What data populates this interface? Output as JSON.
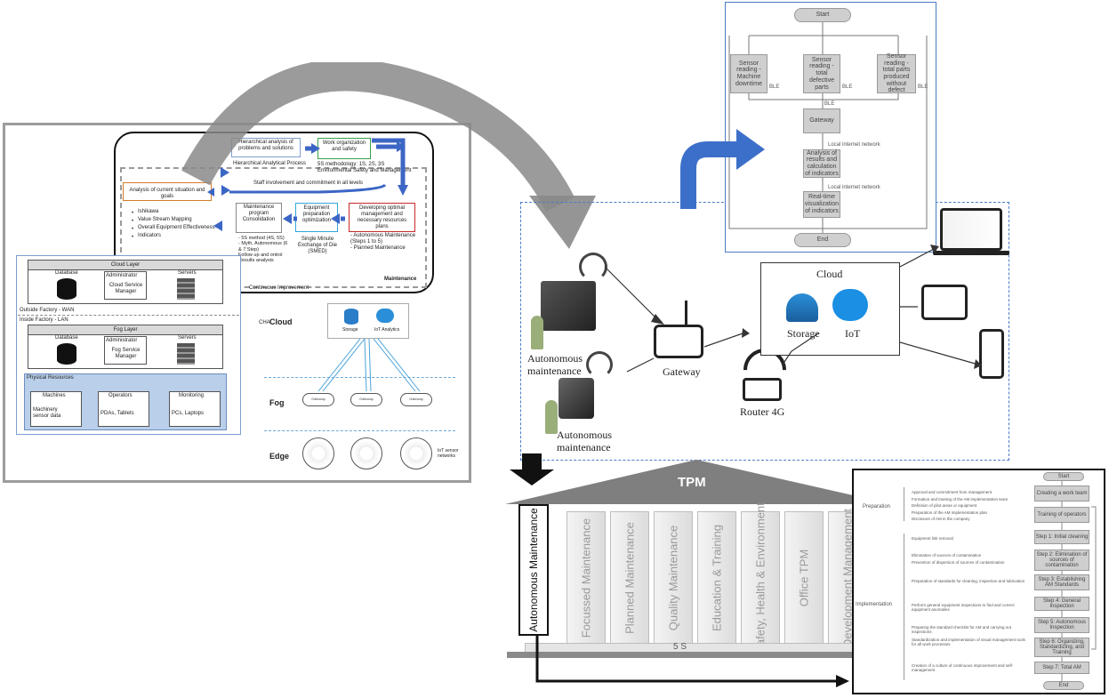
{
  "left_panel": {
    "methodology": {
      "hierarchical_analysis": "Hierarchical analysis of problems and solutions",
      "hierarchical_process": "Hierarchical Analytical Process",
      "work_org": "Work organization and safety",
      "methodology_5s": "5S methodology: 1S, 2S, 3S",
      "env_safety": "Environmental Safety and Management",
      "staff": "Staff involvement and commitment in all levels",
      "analysis_current": "Analysis of current situation and goals",
      "bullets": [
        "Ishikawa",
        "Value Stream Mapping",
        "Overall Equipment Effectiveness",
        "Indicators"
      ],
      "maintenance_program": "Maintenance program Consolidation",
      "mp_items": "- 5S method (4S, 5S)\n- Myth, Autonomous (6 & 7 Step)\nFollow up and ontrol\nResults analysis",
      "equipment_prep": "Equipment preparation optimization",
      "smed": "Single Minute Exchange of Die (SMED)",
      "developing": "Developing optimal management and necessary resources plans",
      "dev_items": "- Autonomous Maintenance (Steps 1 to 5)\n- Planned Maintenance",
      "maintenance_label": "Maintenance",
      "continuous": "Continuous Improvement"
    },
    "arch": {
      "cloud_layer": "Cloud Layer",
      "database": "Database",
      "administrator": "Administrator",
      "cloud_service": "Cloud Service Manager",
      "servers": "Servers",
      "outside": "Outside Factory - WAN",
      "inside": "Inside Factory - LAN",
      "fog_layer": "Fog Layer",
      "fog_service": "Fog Service Manager",
      "physical": "Physical Resources",
      "machines": "Machines",
      "operators": "Operators",
      "monitoring": "Monitoring",
      "machinery": "Machinery sensor data",
      "pdas": "PDAs, Tablets",
      "pcs": "PCs, Laptops"
    },
    "cfe": {
      "cha": "CHA",
      "cloud": "Cloud",
      "storage": "Storage",
      "iot_analytics": "IoT Analytics",
      "fog": "Fog",
      "gateway": "Gateway",
      "edge": "Edge",
      "iot_sensor": "IoT sensor networks"
    }
  },
  "flowchart": {
    "start": "Start",
    "sensor1": "Sensor reading - Machine downtime",
    "sensor2": "Sensor reading - total defective parts",
    "sensor3": "Sensor reading - total parts produced without defect",
    "ble": "BLE",
    "gateway": "Gateway",
    "local_network": "Local internet network",
    "analysis": "Analysis of results and calculation of indicators",
    "realtime": "Real-time visualization of indicators",
    "end": "End"
  },
  "network": {
    "autonomous_1": "Autonomous maintenance",
    "autonomous_2": "Autonomous maintenance",
    "gateway": "Gateway",
    "router": "Router 4G",
    "cloud": "Cloud",
    "storage": "Storage",
    "iot": "IoT"
  },
  "tpm": {
    "title": "TPM",
    "pillars": [
      "Autonomous Maintenance",
      "Focussed Maintenance",
      "Planned Maintenance",
      "Quality Maintenance",
      "Education & Training",
      "Safety, Health & Environment",
      "Office TPM",
      "Development Management"
    ],
    "base": "5 S"
  },
  "am_steps": {
    "start": "Start",
    "end": "End",
    "preparation": "Preparation",
    "implementation": "Implementation",
    "prep_items": [
      "Approval and commitment from management",
      "Formation and training of the AM implementation team",
      "Definition of pilot areas or equipment",
      "Preparation of the AM implementation plan",
      "Disclosure of AM in the company"
    ],
    "prep_steps": [
      "Creating a work team",
      "Training of operators"
    ],
    "impl_items": [
      "Equipment link removal",
      "Elimination of sources of contamination",
      "Prevention of dispersion of sources of contamination",
      "Preparation of standards for cleaning, inspection and lubrication",
      "Perform general equipment inspections to find and correct equipment anomalies",
      "Preparing the standard checklist for AM and carrying out inspections",
      "Standardization and implementation of visual management tools for all work processes",
      "Creation of a culture of continuous improvement and self-management"
    ],
    "steps": [
      "Step 1: Initial cleaning",
      "Step 2: Elimination of sources of contamination",
      "Step 3: Establishing AM Standards",
      "Step 4: General Inspection",
      "Step 5: Autonomous Inspection",
      "Step 6: Organizing, Standardizing, and Training",
      "Step 7: Total AM"
    ]
  }
}
